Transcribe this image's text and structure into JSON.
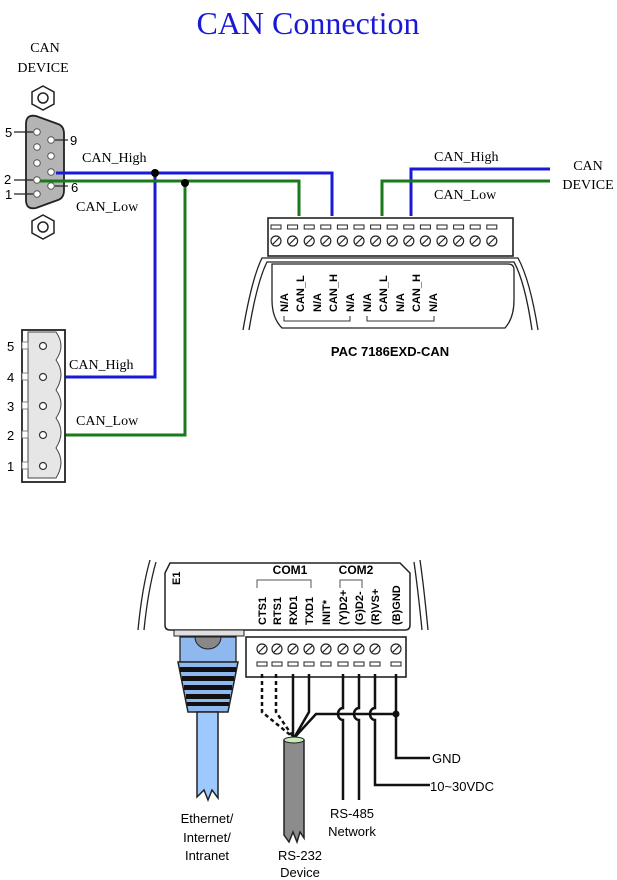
{
  "title": "CAN Connection",
  "colors": {
    "title": "#1a1ad6",
    "can_high": "#1a1ad6",
    "can_low": "#1a7a1a",
    "connector_gray": "#b4b4b4",
    "terminal_light": "#e6e6e6",
    "ethernet_blue": "#9ec9ff",
    "rs232_cable": "#8c8c8c"
  },
  "db9": {
    "label_line1": "CAN",
    "label_line2": "DEVICE",
    "pins": [
      "5",
      "9",
      "2",
      "6",
      "1"
    ],
    "can_high_label": "CAN_High",
    "can_low_label": "CAN_Low"
  },
  "terminal_block": {
    "pins": [
      "5",
      "4",
      "3",
      "2",
      "1"
    ],
    "can_high_label": "CAN_High",
    "can_low_label": "CAN_Low"
  },
  "right_device": {
    "label_line1": "CAN",
    "label_line2": "DEVICE",
    "can_high_label": "CAN_High",
    "can_low_label": "CAN_Low"
  },
  "pac_module": {
    "name": "PAC 7186EXD-CAN",
    "pin_labels": [
      "N/A",
      "CAN_L",
      "N/A",
      "CAN_H",
      "N/A",
      "N/A",
      "CAN_L",
      "N/A",
      "CAN_H",
      "N/A"
    ]
  },
  "bottom_module": {
    "eth_port_label": "E1",
    "com1_label": "COM1",
    "com2_label": "COM2",
    "pin_labels": [
      "CTS1",
      "RTS1",
      "RXD1",
      "TXD1",
      "INIT*",
      "(Y)D2+",
      "(G)D2-",
      "(R)VS+",
      "(B)GND"
    ],
    "gnd_label": "GND",
    "power_label": "10~30VDC",
    "rs485_line1": "RS-485",
    "rs485_line2": "Network",
    "rs232_line1": "RS-232",
    "rs232_line2": "Device",
    "ethernet_line1": "Ethernet/",
    "ethernet_line2": "Internet/",
    "ethernet_line3": "Intranet"
  }
}
